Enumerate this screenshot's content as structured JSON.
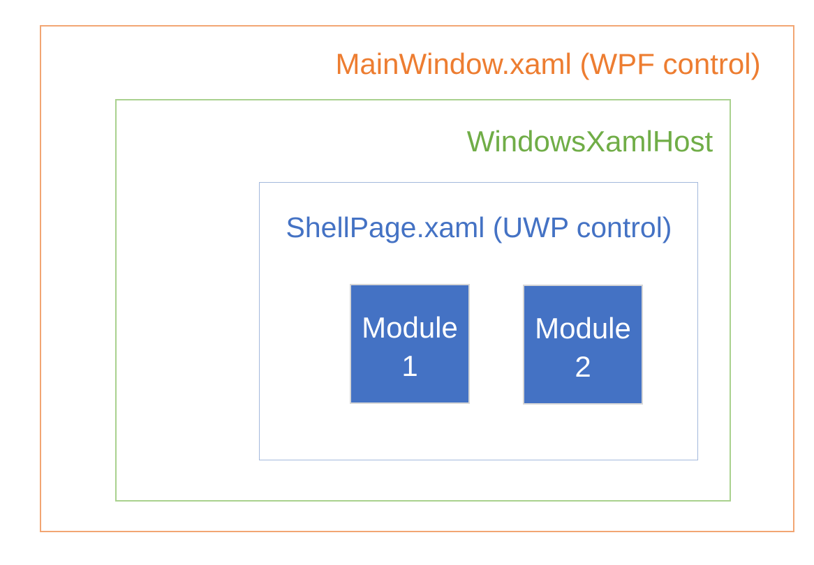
{
  "diagram": {
    "outer_box": {
      "label": "MainWindow.xaml (WPF control)"
    },
    "host_box": {
      "label": "WindowsXamlHost"
    },
    "shell_box": {
      "label": "ShellPage.xaml (UWP control)"
    },
    "modules": [
      {
        "line1": "Module",
        "line2": "1"
      },
      {
        "line1": "Module",
        "line2": "2"
      }
    ]
  },
  "colors": {
    "background": "#FFFFFF",
    "orange_text": "#ED7D31",
    "orange_border": "#F2A673",
    "green_text": "#70AD47",
    "green_border": "#A9D18E",
    "blue_text": "#4472C4",
    "blue_border": "#A3B8DC",
    "module_fill": "#4472C4",
    "module_border": "#D6D6D6",
    "module_text": "#FFFFFF"
  }
}
